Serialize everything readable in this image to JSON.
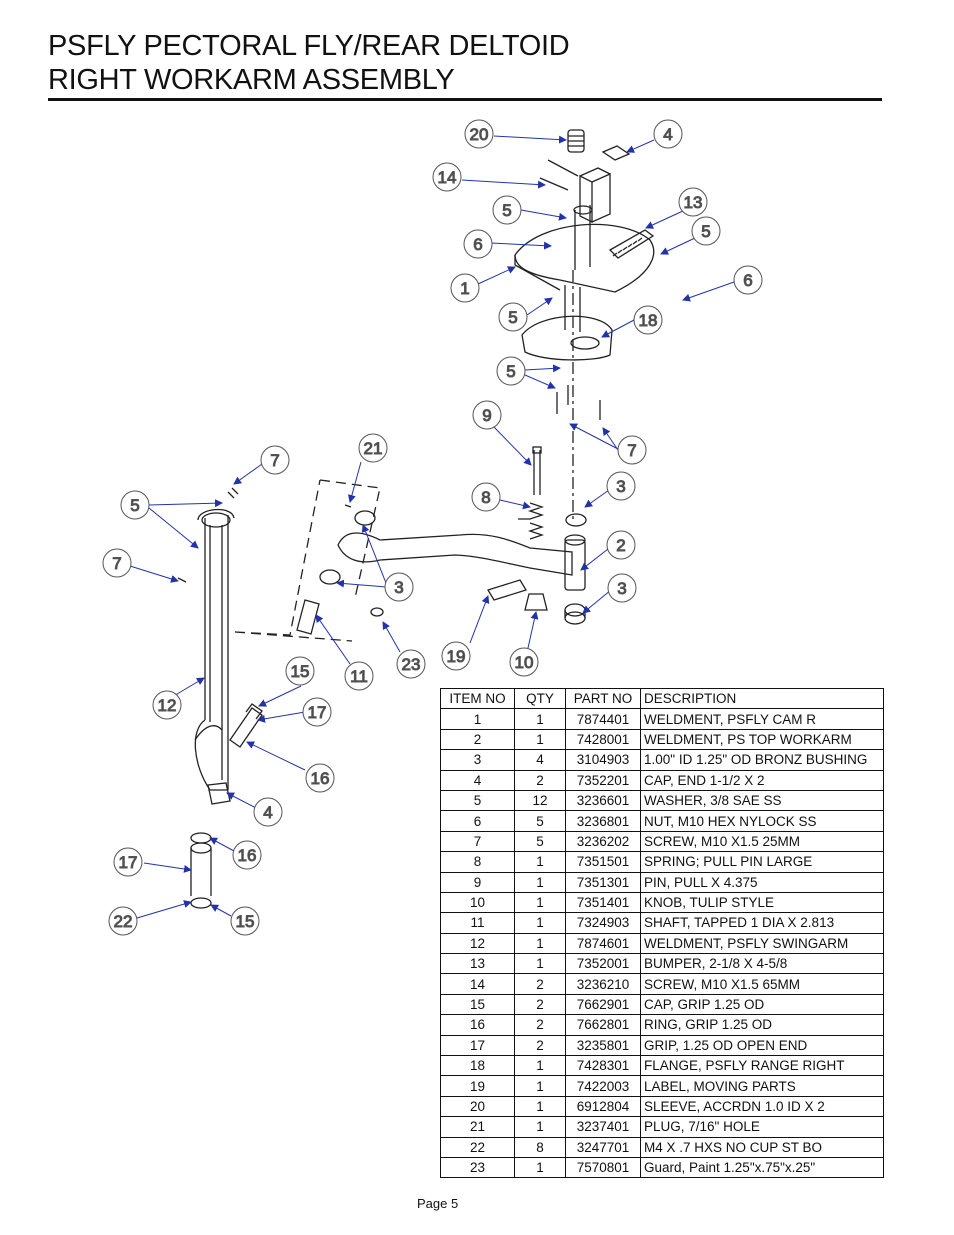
{
  "title": {
    "line1": "PSFLY PECTORAL FLY/REAR DELTOID",
    "line2": "RIGHT WORKARM ASSEMBLY"
  },
  "table": {
    "headers": [
      "ITEM NO",
      "QTY",
      "PART NO",
      "DESCRIPTION"
    ],
    "rows": [
      [
        "1",
        "1",
        "7874401",
        "WELDMENT, PSFLY CAM R"
      ],
      [
        "2",
        "1",
        "7428001",
        "WELDMENT, PS TOP WORKARM"
      ],
      [
        "3",
        "4",
        "3104903",
        "1.00\" ID 1.25\" OD BRONZ BUSHING"
      ],
      [
        "4",
        "2",
        "7352201",
        "CAP, END 1-1/2 X 2"
      ],
      [
        "5",
        "12",
        "3236601",
        "WASHER, 3/8 SAE SS"
      ],
      [
        "6",
        "5",
        "3236801",
        "NUT, M10 HEX  NYLOCK SS"
      ],
      [
        "7",
        "5",
        "3236202",
        "SCREW, M10 X1.5 25MM"
      ],
      [
        "8",
        "1",
        "7351501",
        "SPRING; PULL PIN LARGE"
      ],
      [
        "9",
        "1",
        "7351301",
        "PIN, PULL X 4.375"
      ],
      [
        "10",
        "1",
        "7351401",
        "KNOB, TULIP STYLE"
      ],
      [
        "11",
        "1",
        "7324903",
        "SHAFT, TAPPED 1 DIA X 2.813"
      ],
      [
        "12",
        "1",
        "7874601",
        "WELDMENT, PSFLY SWINGARM"
      ],
      [
        "13",
        "1",
        "7352001",
        "BUMPER, 2-1/8 X 4-5/8"
      ],
      [
        "14",
        "2",
        "3236210",
        "SCREW, M10 X1.5 65MM"
      ],
      [
        "15",
        "2",
        "7662901",
        "CAP, GRIP 1.25 OD"
      ],
      [
        "16",
        "2",
        "7662801",
        "RING, GRIP 1.25 OD"
      ],
      [
        "17",
        "2",
        "3235801",
        "GRIP, 1.25 OD OPEN END"
      ],
      [
        "18",
        "1",
        "7428301",
        "FLANGE, PSFLY RANGE RIGHT"
      ],
      [
        "19",
        "1",
        "7422003",
        "LABEL, MOVING PARTS"
      ],
      [
        "20",
        "1",
        "6912804",
        "SLEEVE, ACCRDN 1.0 ID X 2"
      ],
      [
        "21",
        "1",
        "3237401",
        "PLUG, 7/16\" HOLE"
      ],
      [
        "22",
        "8",
        "3247701",
        "M4 X .7 HXS NO CUP ST BO"
      ],
      [
        "23",
        "1",
        "7570801",
        "Guard, Paint 1.25\"x.75\"x.25\""
      ]
    ]
  },
  "balloons": [
    "20",
    "4",
    "14",
    "13",
    "5",
    "5",
    "6",
    "6",
    "1",
    "5",
    "18",
    "5",
    "9",
    "7",
    "21",
    "7",
    "5",
    "7",
    "8",
    "3",
    "2",
    "3",
    "19",
    "10",
    "3",
    "23",
    "11",
    "15",
    "17",
    "12",
    "16",
    "4",
    "16",
    "17",
    "22",
    "15"
  ],
  "footer": {
    "page": "Page 5"
  },
  "colors": {
    "text": "#111111",
    "balloon": "#444444",
    "leader_arrow": "#2233aa"
  }
}
